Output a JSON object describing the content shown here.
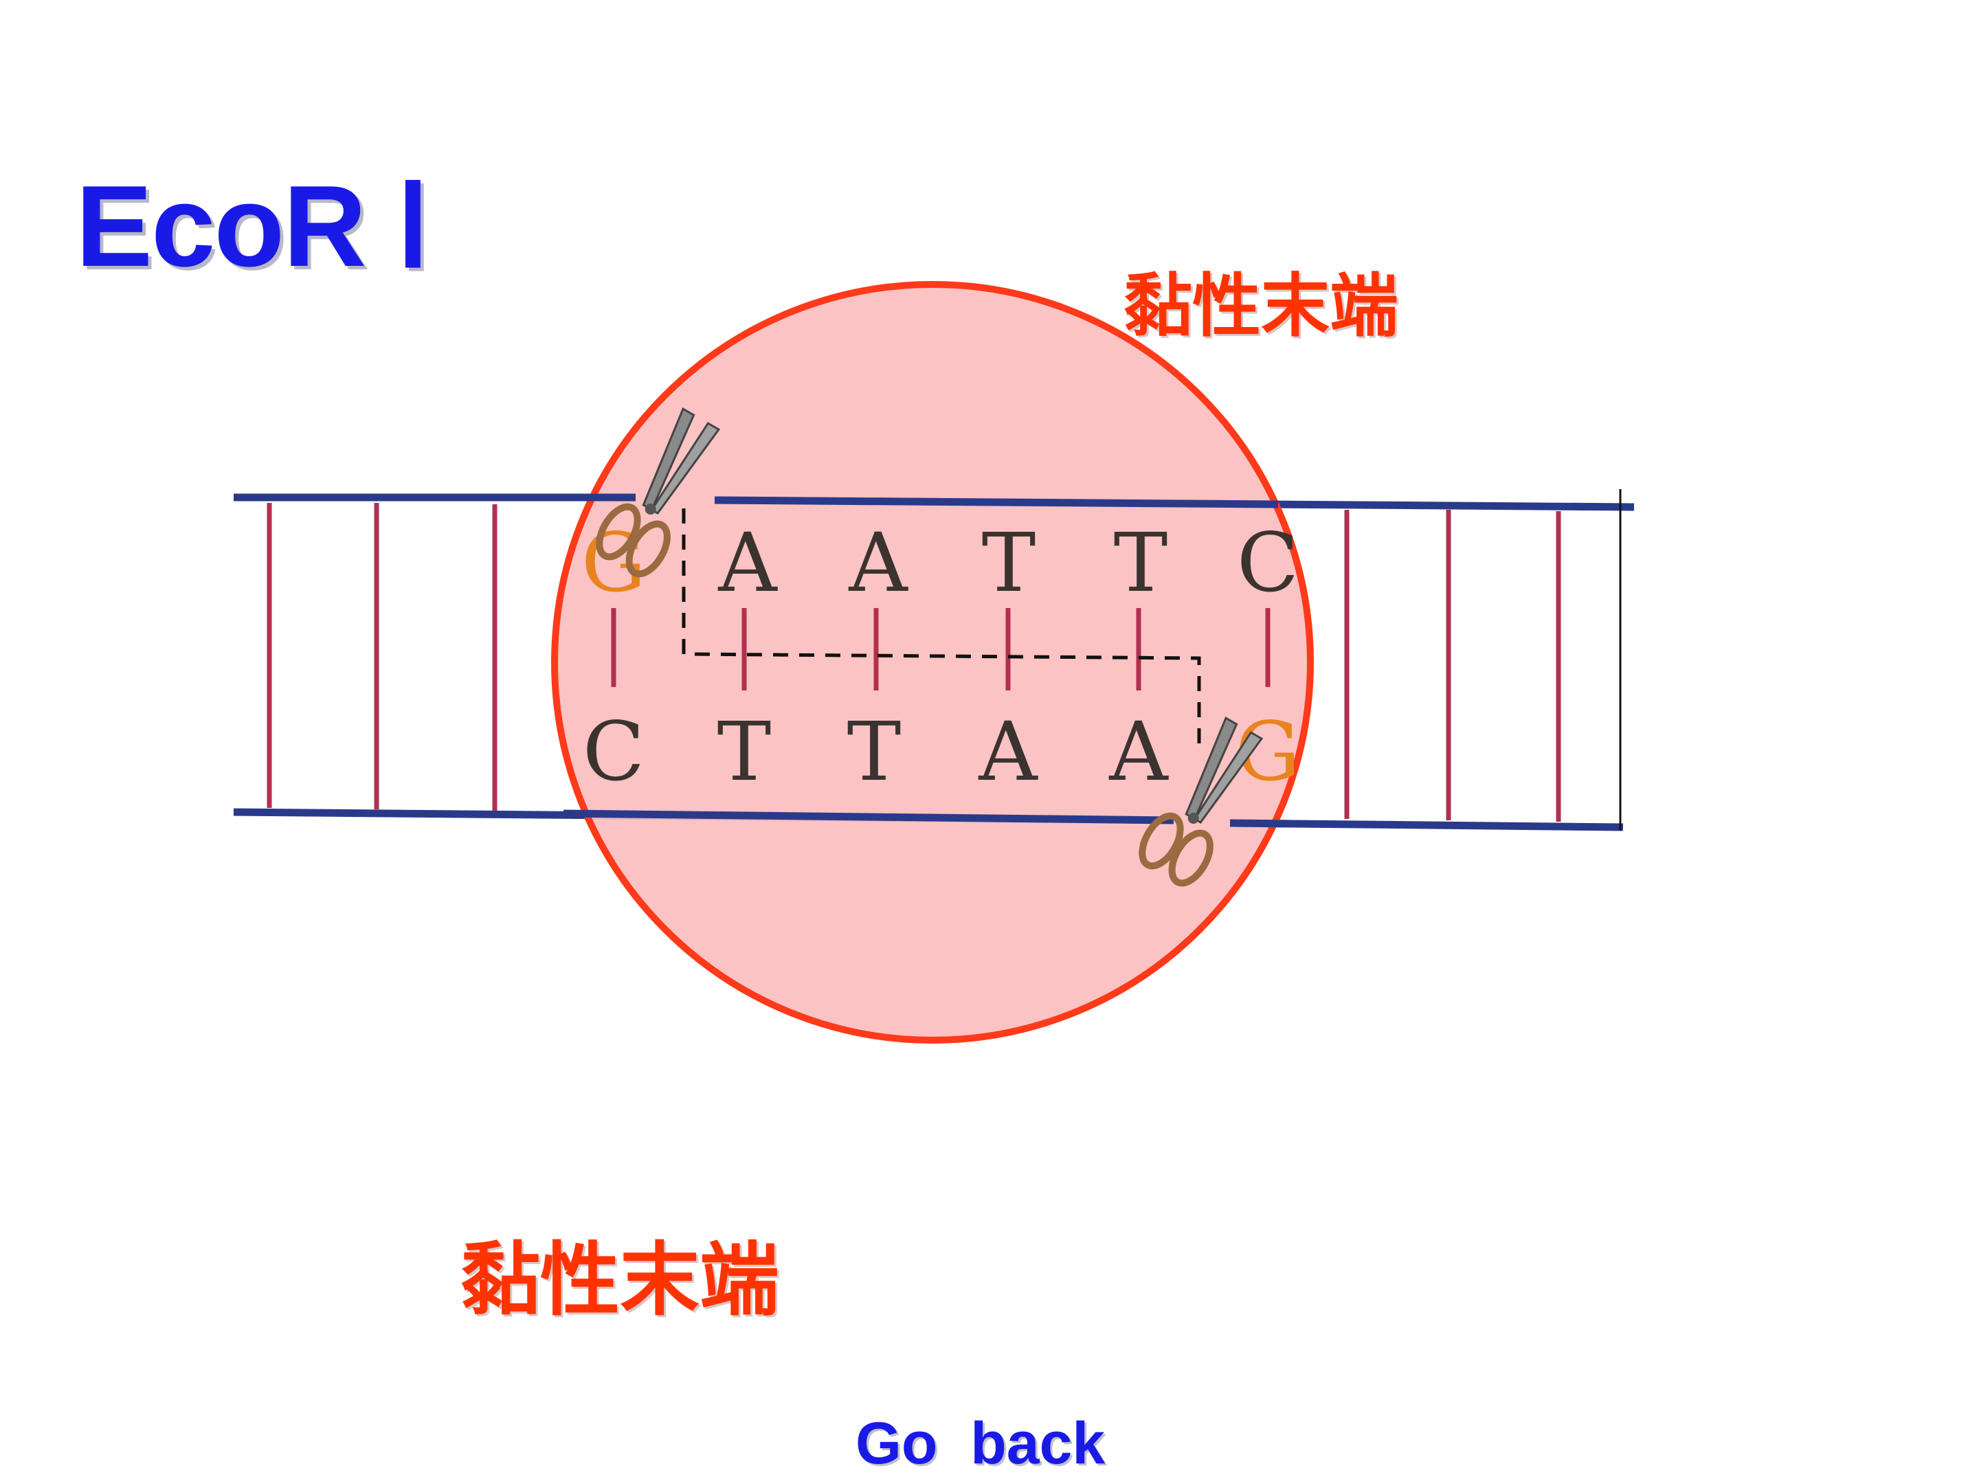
{
  "title": "EcoR Ⅰ",
  "sticky_end_label_top": "黏性末端",
  "sticky_end_label_bottom": "黏性末端",
  "go_back_label": "Go  back",
  "top_strand_bases": [
    "G",
    "A",
    "A",
    "T",
    "T",
    "C"
  ],
  "bottom_strand_bases": [
    "C",
    "T",
    "T",
    "A",
    "A",
    "G"
  ],
  "icons": {
    "cut_top": "scissors-icon",
    "cut_bottom": "scissors-icon"
  },
  "colors": {
    "title": "#1a1ae6",
    "label": "#ff3300",
    "strand": "#2a3a8a",
    "rung": "#b03050",
    "circle_fill": "#fbbcbc",
    "circle_stroke": "#ff3a1a",
    "link": "#1a1ae6"
  }
}
